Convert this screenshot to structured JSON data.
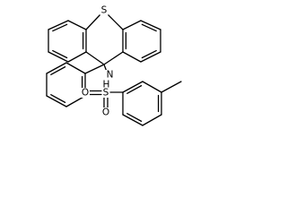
{
  "structure": {
    "atoms": [
      {
        "element": "S",
        "label": "S"
      },
      {
        "element": "N",
        "label": "N"
      },
      {
        "element": "S",
        "label": "S"
      },
      {
        "element": "O",
        "label": "O"
      },
      {
        "element": "O",
        "label": "O"
      },
      {
        "element": "H",
        "label": "H"
      }
    ],
    "colors": {
      "bond": "#000000",
      "label": "#000000",
      "background": "#ffffff"
    }
  }
}
